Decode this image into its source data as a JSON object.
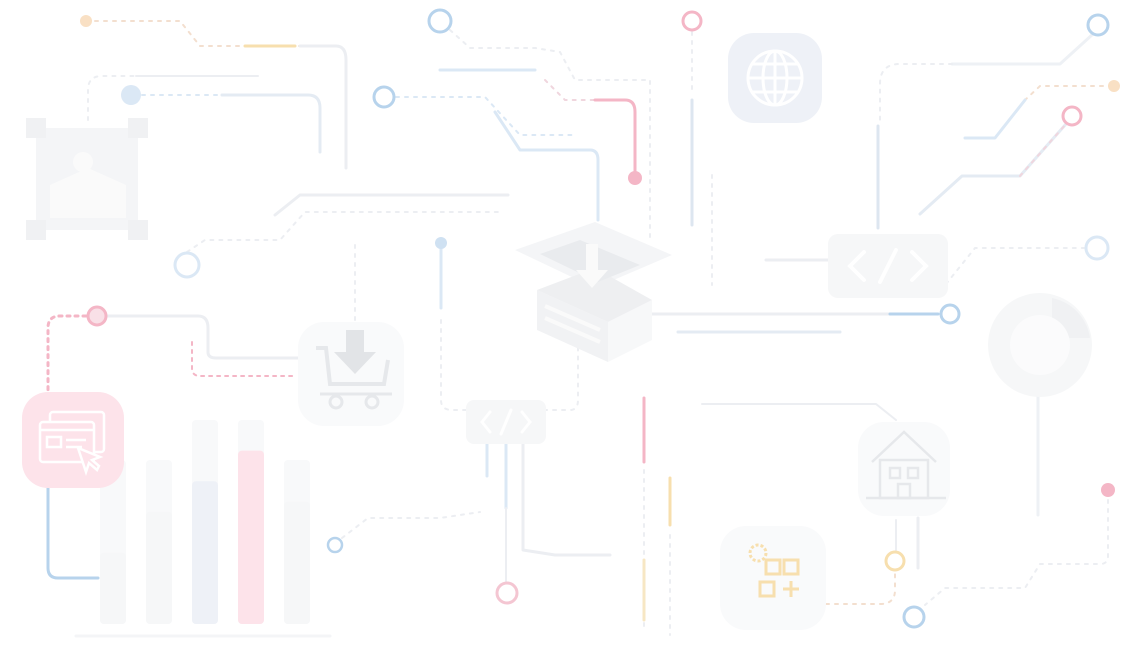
{
  "palette": {
    "blue": "#b7d3ec",
    "blue_light": "#dbe8f5",
    "pink": "#f4b6c6",
    "pink_light": "#fde3ea",
    "amber": "#f7dfae",
    "gray": "#e9ebee",
    "gray_light": "#f4f5f7",
    "globe_tile": "#eef1f7",
    "globe_line": "#ffffff"
  },
  "tiles": [
    {
      "id": "globe-tile",
      "icon": "globe-icon"
    },
    {
      "id": "web-window-tile",
      "icon": "browser-window-cursor-icon"
    },
    {
      "id": "cart-download-tile",
      "icon": "cart-download-icon"
    },
    {
      "id": "apps-add-tile",
      "icon": "apps-add-icon"
    },
    {
      "id": "building-tile",
      "icon": "building-icon"
    },
    {
      "id": "code-tile-right",
      "icon": "code-brackets-icon"
    },
    {
      "id": "code-tile-center",
      "icon": "code-brackets-icon"
    },
    {
      "id": "package-download",
      "icon": "package-box-icon"
    },
    {
      "id": "image-frame",
      "icon": "image-frame-icon"
    },
    {
      "id": "pie-chart",
      "icon": "pie-chart-icon"
    }
  ],
  "bar_levels": [
    0.35,
    0.55,
    0.7,
    0.85,
    0.6
  ]
}
